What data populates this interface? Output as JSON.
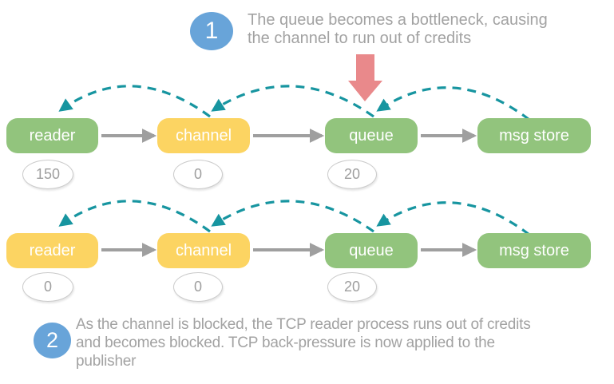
{
  "colors": {
    "background": "#ffffff",
    "node_green": "#92c47d",
    "node_yellow": "#fcd462",
    "node_text": "#ffffff",
    "credit_teal": "#1795a0",
    "flow_gray": "#9f9f9f",
    "text_gray": "#a2a2a2",
    "count_gray": "#9e9e9e",
    "step_blue": "#68a4d9",
    "bottleneck_red": "#e9898b",
    "ellipse_border": "#cbcbcb"
  },
  "step1": {
    "number": "1",
    "lines": [
      "The queue becomes a bottleneck, causing",
      "the channel to run out of credits"
    ]
  },
  "step2": {
    "number": "2",
    "lines": [
      "As the channel is blocked, the TCP reader process runs out of credits",
      "and becomes blocked. TCP back-pressure is now applied to the",
      "publisher"
    ]
  },
  "diagram": {
    "row1": {
      "nodes": [
        {
          "label": "reader",
          "state": "green",
          "credits": "150"
        },
        {
          "label": "channel",
          "state": "yellow",
          "credits": "0"
        },
        {
          "label": "queue",
          "state": "green",
          "credits": "20"
        },
        {
          "label": "msg store",
          "state": "green"
        }
      ]
    },
    "row2": {
      "nodes": [
        {
          "label": "reader",
          "state": "yellow",
          "credits": "0"
        },
        {
          "label": "channel",
          "state": "yellow",
          "credits": "0"
        },
        {
          "label": "queue",
          "state": "green",
          "credits": "20"
        },
        {
          "label": "msg store",
          "state": "green"
        }
      ]
    }
  }
}
